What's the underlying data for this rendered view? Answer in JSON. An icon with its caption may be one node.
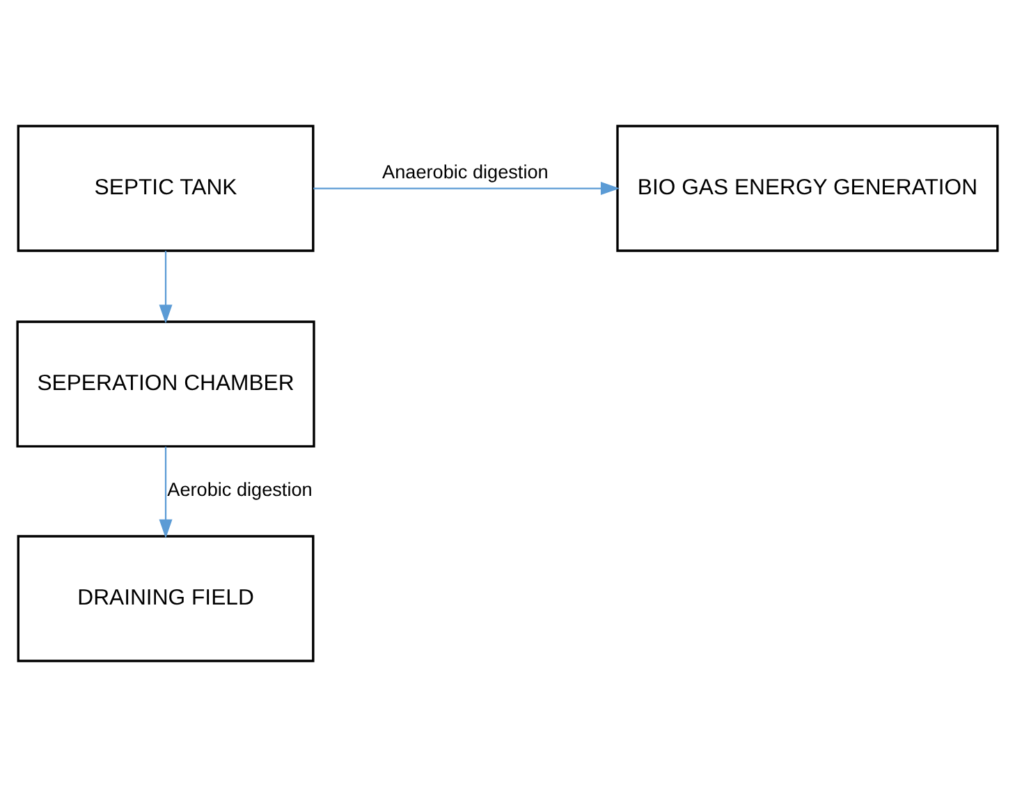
{
  "diagram": {
    "nodes": [
      {
        "text": [
          "SEPTIC TANK"
        ]
      },
      {
        "text": [
          "BIO GAS ENERGY GENERATION"
        ]
      },
      {
        "text": [
          "SEPERATION CHAMBER"
        ]
      },
      {
        "text": [
          "DRAINING FIELD"
        ]
      }
    ],
    "edges": [
      {
        "from": 0,
        "to": 1,
        "arrow": "to",
        "label": "Anaerobic digestion"
      },
      {
        "from": 0,
        "to": 2,
        "arrow": "to"
      },
      {
        "from": 2,
        "to": 3,
        "arrow": "to",
        "label": "Aerobic digestion"
      }
    ]
  }
}
